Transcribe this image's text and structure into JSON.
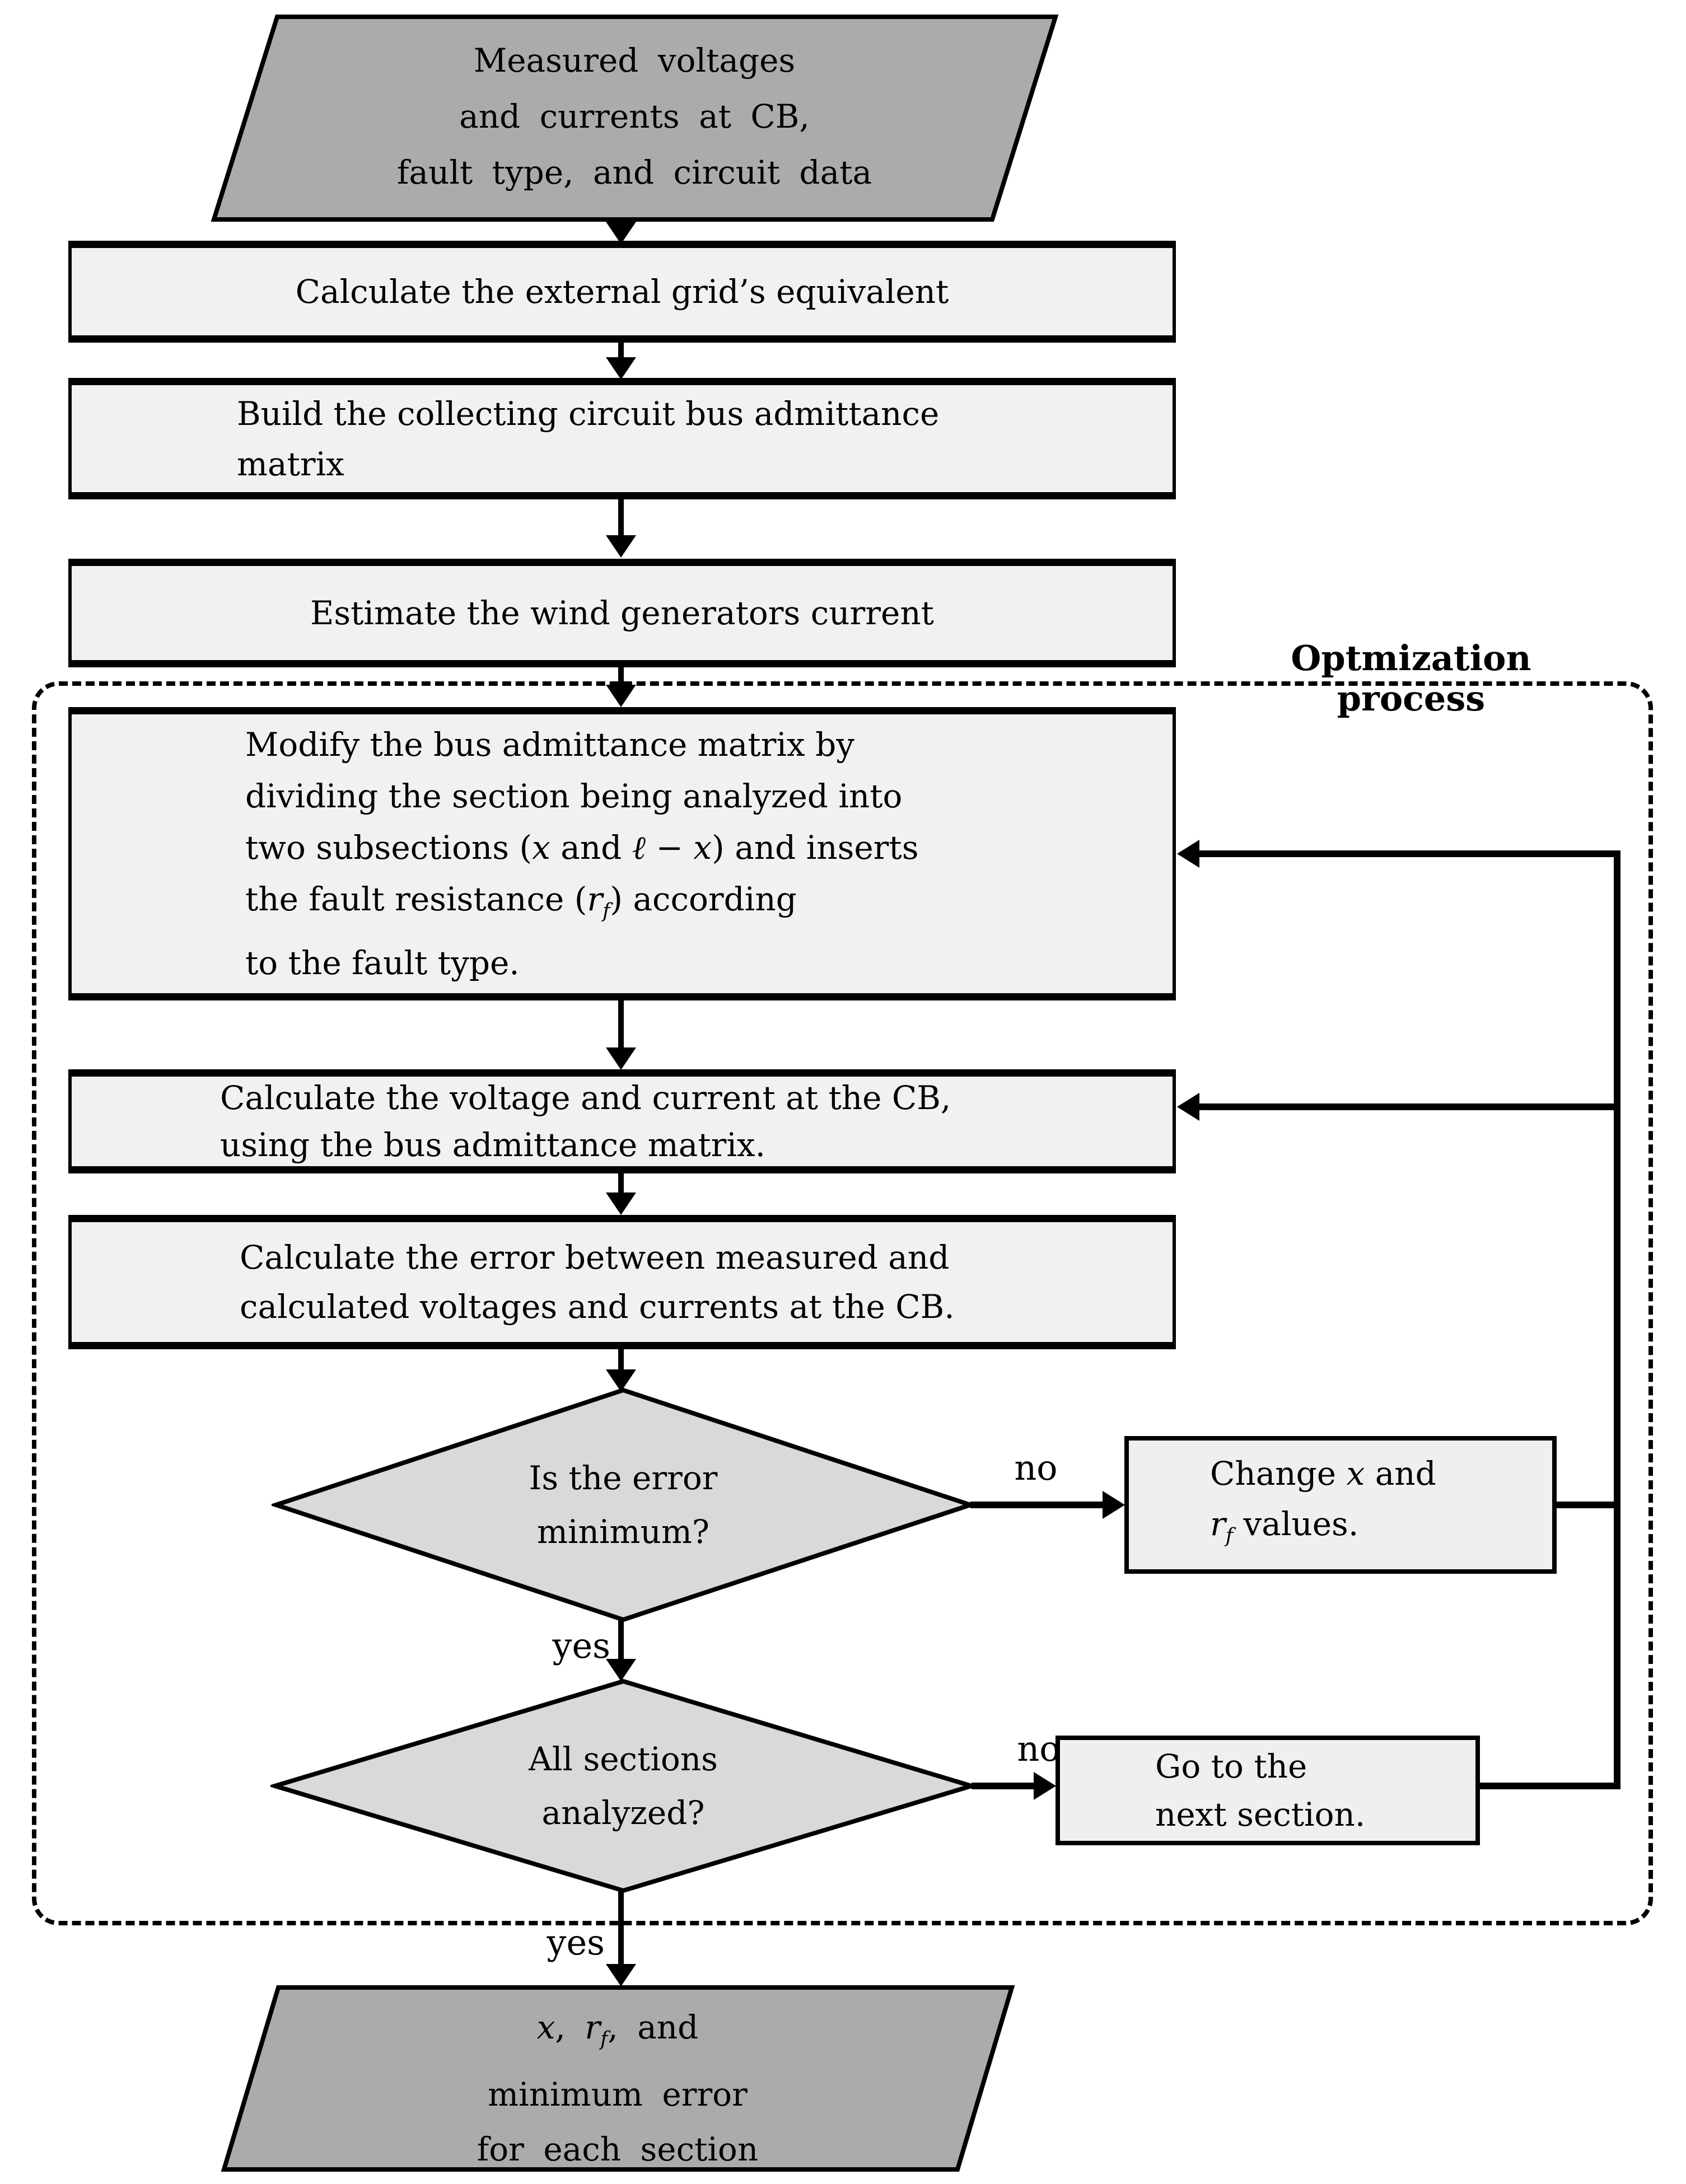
{
  "colors": {
    "background": "#ffffff",
    "process_fill": "#f1f1f1",
    "decision_fill": "#d9d9d9",
    "io_fill": "#ababab",
    "stroke": "#000000"
  },
  "labels": {
    "optimization": "Optmization process",
    "no1": "no",
    "yes1": "yes",
    "no2": "no",
    "yes2": "yes"
  },
  "nodes": {
    "input": {
      "type": "parallelogram-io",
      "lines": [
        "Measured voltages",
        "and currents at CB,",
        "fault type, and circuit data"
      ]
    },
    "calc_grid": {
      "type": "process",
      "lines": [
        "Calculate the external grid’s equivalent"
      ]
    },
    "build_matrix": {
      "type": "process",
      "lines": [
        "Build the collecting circuit bus admittance",
        "matrix"
      ]
    },
    "estimate_wind": {
      "type": "process",
      "lines": [
        "Estimate the wind generators current"
      ]
    },
    "modify_matrix": {
      "type": "process",
      "lines": [
        [
          {
            "t": "Modify the bus admittance matrix by"
          }
        ],
        [
          {
            "t": "dividing the section being analyzed into"
          }
        ],
        [
          {
            "t": "two subsections ("
          },
          {
            "i": "x"
          },
          {
            "t": " and "
          },
          {
            "i": "ℓ"
          },
          {
            "t": " − "
          },
          {
            "i": "x"
          },
          {
            "t": ") and inserts"
          }
        ],
        [
          {
            "t": "the fault resistance ("
          },
          {
            "i": "r"
          },
          {
            "sub": "f"
          },
          {
            "t": ") according"
          }
        ],
        [
          {
            "t": "to the fault type."
          }
        ]
      ]
    },
    "calc_vi": {
      "type": "process",
      "lines": [
        "Calculate the voltage and current at the CB,",
        "using the bus admittance matrix."
      ]
    },
    "calc_error": {
      "type": "process",
      "lines": [
        "Calculate the error between measured and",
        "calculated voltages and currents at the CB."
      ]
    },
    "decision_error_min": {
      "type": "decision",
      "lines": [
        "Is the error",
        "minimum?"
      ]
    },
    "change_values": {
      "type": "process",
      "lines": [
        [
          {
            "t": "Change "
          },
          {
            "i": "x"
          },
          {
            "t": " and"
          }
        ],
        [
          {
            "i": "r"
          },
          {
            "sub": "f"
          },
          {
            "t": " values."
          }
        ]
      ]
    },
    "decision_all_sections": {
      "type": "decision",
      "lines": [
        "All sections",
        "analyzed?"
      ]
    },
    "go_next": {
      "type": "process",
      "lines": [
        "Go to the",
        "next section."
      ]
    },
    "output": {
      "type": "parallelogram-io",
      "lines": [
        [
          {
            "i": "x"
          },
          {
            "t": ", "
          },
          {
            "i": "r"
          },
          {
            "sub": "f"
          },
          {
            "t": ", and"
          }
        ],
        [
          {
            "t": "minimum error"
          }
        ],
        [
          {
            "t": "for each section"
          }
        ]
      ]
    }
  }
}
